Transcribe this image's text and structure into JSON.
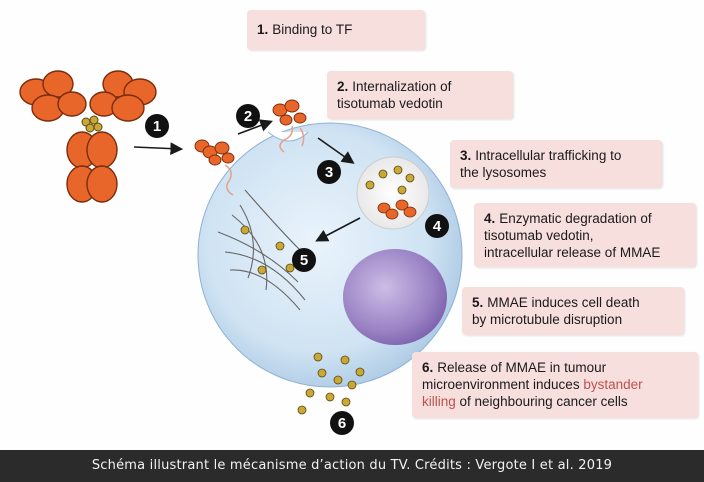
{
  "steps": [
    {
      "num": "1.",
      "text": "Binding to TF"
    },
    {
      "num": "2.",
      "text_a": "Internalization of",
      "text_b": "tisotumab vedotin"
    },
    {
      "num": "3.",
      "text_a": "Intracellular trafficking to",
      "text_b": "the lysosomes"
    },
    {
      "num": "4.",
      "text_a": "Enzymatic degradation of",
      "text_b": "tisotumab vedotin,",
      "text_c": "intracellular release of MMAE"
    },
    {
      "num": "5.",
      "text_a": "MMAE induces cell death",
      "text_b": "by microtubule disruption"
    },
    {
      "num": "6.",
      "text_a": "Release of MMAE in tumour",
      "text_b": "microenvironment induces",
      "text_highlight_a": "bystander",
      "text_highlight_b": "killing",
      "text_c": "of neighbouring cancer cells"
    }
  ],
  "badges": [
    "1",
    "2",
    "3",
    "4",
    "5",
    "6"
  ],
  "caption": "Schéma illustrant le mécanisme d’action du TV. Crédits : Vergote I et al. 2019",
  "colors": {
    "label_bg": "#f6dfdd",
    "antibody": "#e8662a",
    "cell": "#cfe3f3",
    "nucleus": "#9a82c4",
    "mmae": "#c9a838",
    "badge": "#111111",
    "highlight": "#c0504d",
    "caption_bg": "#2b2b2b"
  }
}
